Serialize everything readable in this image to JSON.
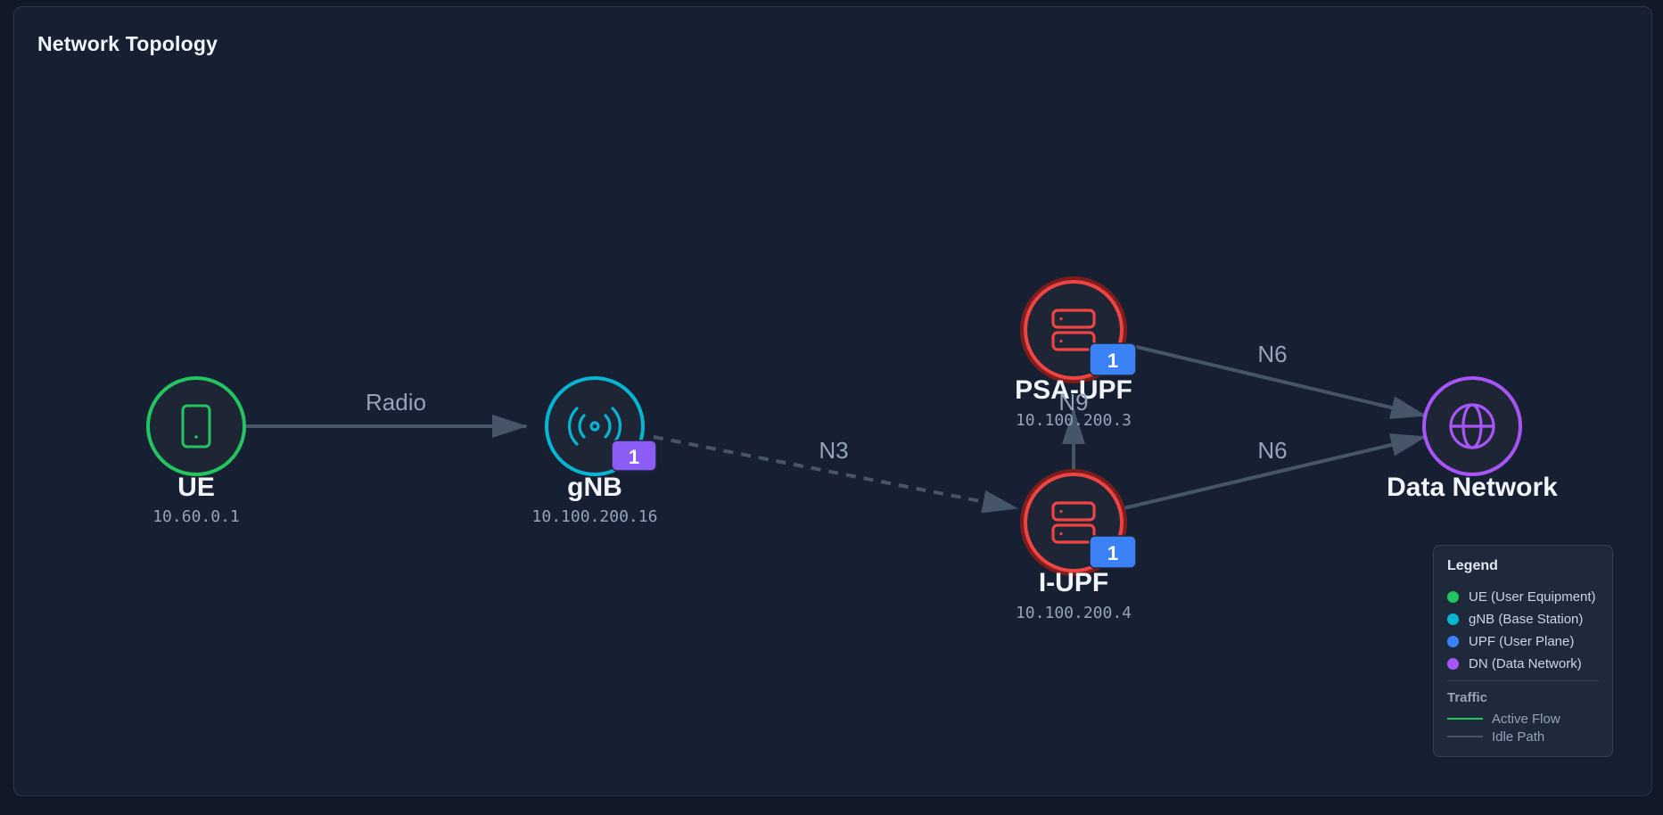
{
  "panel": {
    "title": "Network Topology"
  },
  "colors": {
    "background": "#111827",
    "panel": "#172033",
    "node_fill": "#1e2636",
    "edge": "#475569",
    "ue": "#22c55e",
    "gnb": "#06b6d4",
    "upf": "#ef4444",
    "dn": "#a855f7",
    "badge_blue": "#3b82f6",
    "badge_purple": "#8b5cf6",
    "active_flow": "#22c55e",
    "idle_path": "#475569"
  },
  "nodes": {
    "ue": {
      "name": "UE",
      "ip": "10.60.0.1",
      "icon": "smartphone-icon"
    },
    "gnb": {
      "name": "gNB",
      "ip": "10.100.200.16",
      "icon": "radio-tower-icon",
      "badge": "1"
    },
    "psa_upf": {
      "name": "PSA-UPF",
      "ip": "10.100.200.3",
      "icon": "server-icon",
      "badge": "1"
    },
    "i_upf": {
      "name": "I-UPF",
      "ip": "10.100.200.4",
      "icon": "server-icon",
      "badge": "1"
    },
    "dn": {
      "name": "Data Network",
      "icon": "globe-icon"
    }
  },
  "edges": {
    "radio": {
      "label": "Radio",
      "style": "solid"
    },
    "n3": {
      "label": "N3",
      "style": "dashed"
    },
    "n9": {
      "label": "N9",
      "style": "solid"
    },
    "n6_psa": {
      "label": "N6",
      "style": "solid"
    },
    "n6_iupf": {
      "label": "N6",
      "style": "solid"
    }
  },
  "legend": {
    "title": "Legend",
    "items": [
      {
        "label": "UE (User Equipment)",
        "color": "#22c55e"
      },
      {
        "label": "gNB (Base Station)",
        "color": "#06b6d4"
      },
      {
        "label": "UPF (User Plane)",
        "color": "#3b82f6"
      },
      {
        "label": "DN (Data Network)",
        "color": "#a855f7"
      }
    ],
    "traffic_title": "Traffic",
    "traffic": [
      {
        "label": "Active Flow",
        "color": "#22c55e"
      },
      {
        "label": "Idle Path",
        "color": "#475569"
      }
    ]
  }
}
